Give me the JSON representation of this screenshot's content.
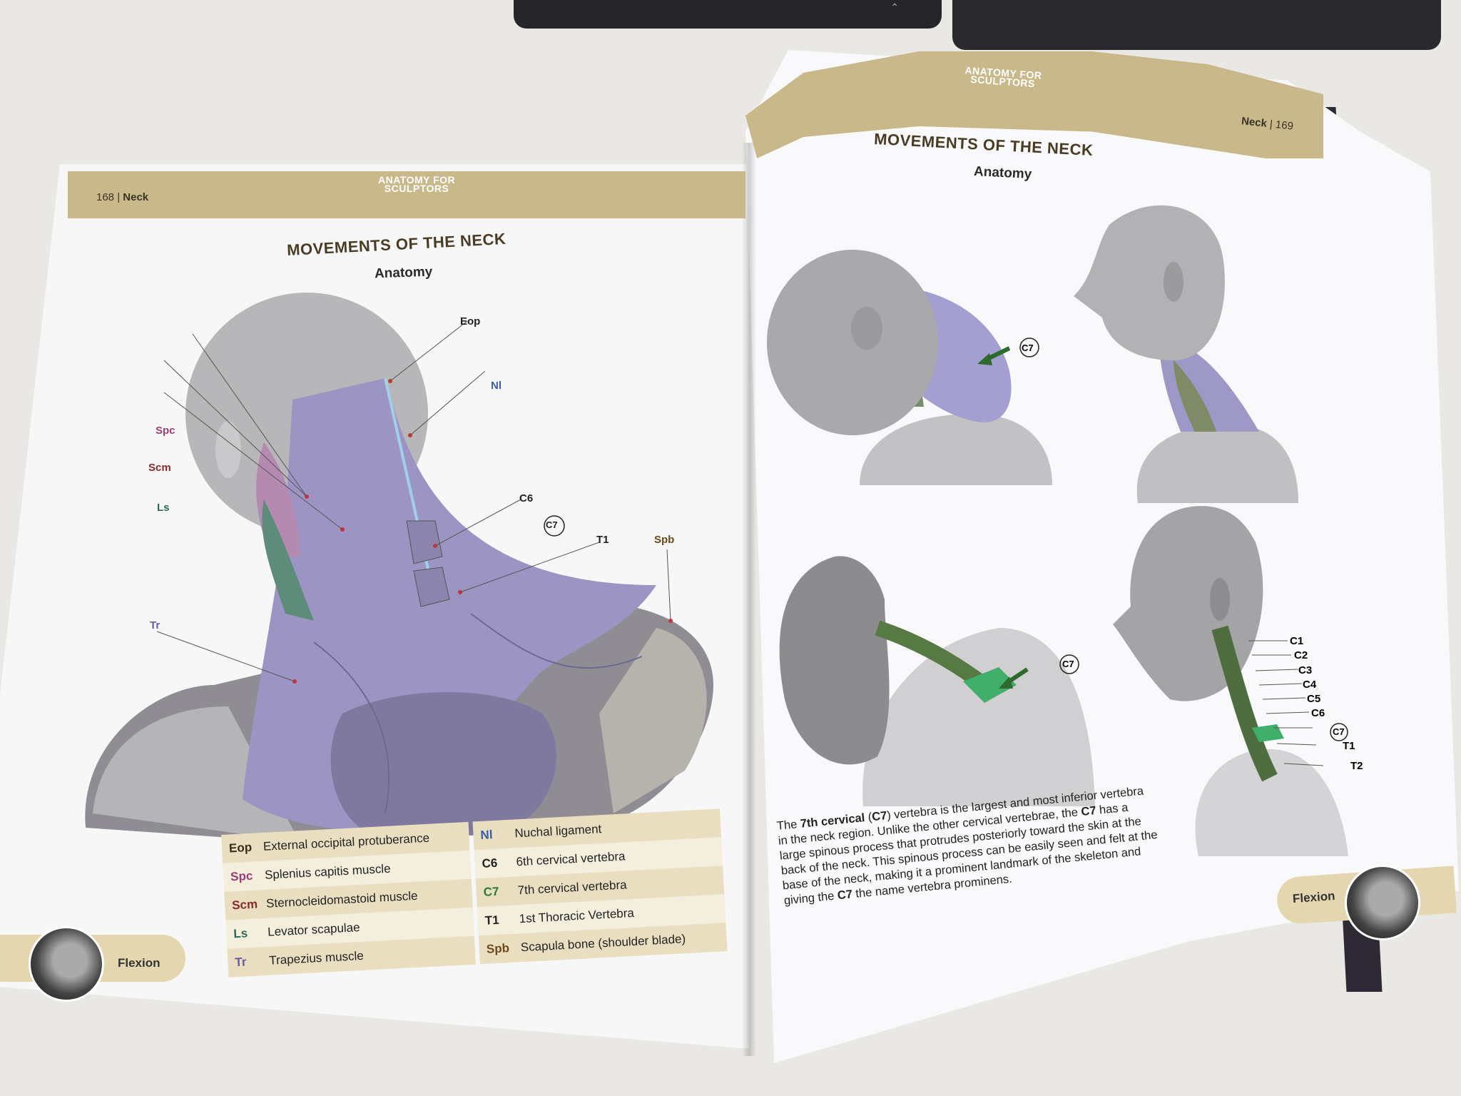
{
  "left_page": {
    "page_number": "168",
    "section": "Neck",
    "logo": [
      "ANATOMY FOR",
      "SCULPTORS"
    ],
    "title": "MOVEMENTS OF THE NECK",
    "subtitle": "Anatomy",
    "figure_labels": {
      "eop": "Eop",
      "nl": "Nl",
      "spc": "Spc",
      "scm": "Scm",
      "ls": "Ls",
      "c6": "C6",
      "c7": "C7",
      "t1": "T1",
      "spb": "Spb",
      "tr": "Tr"
    },
    "legend": {
      "left": [
        {
          "abbr": "Eop",
          "text": "External occipital protuberance",
          "color": "#3a2e1a"
        },
        {
          "abbr": "Spc",
          "text": "Splenius capitis muscle",
          "color": "#9c3d76"
        },
        {
          "abbr": "Scm",
          "text": "Sternocleidomastoid muscle",
          "color": "#8a2a2a"
        },
        {
          "abbr": "Ls",
          "text": "Levator scapulae",
          "color": "#2e6a55"
        },
        {
          "abbr": "Tr",
          "text": "Trapezius muscle",
          "color": "#6a5aa0"
        }
      ],
      "right": [
        {
          "abbr": "Nl",
          "text": "Nuchal ligament",
          "color": "#3b5ca8"
        },
        {
          "abbr": "C6",
          "text": "6th cervical vertebra",
          "color": "#222222"
        },
        {
          "abbr": "C7",
          "text": "7th cervical vertebra",
          "color": "#2e7a3a"
        },
        {
          "abbr": "T1",
          "text": "1st Thoracic Vertebra",
          "color": "#222222"
        },
        {
          "abbr": "Spb",
          "text": "Scapula bone (shoulder blade)",
          "color": "#6a4a1a"
        }
      ]
    },
    "tab": "Flexion"
  },
  "right_page": {
    "section": "Neck",
    "page_number": "169",
    "logo": [
      "ANATOMY FOR",
      "SCULPTORS"
    ],
    "title": "MOVEMENTS OF THE NECK",
    "subtitle": "Anatomy",
    "c7_tag": "C7",
    "vertebra_labels": [
      "C1",
      "C2",
      "C3",
      "C4",
      "C5",
      "C6",
      "C7",
      "T1",
      "T2"
    ],
    "paragraph": {
      "p1": "The ",
      "b1": "7th cervical",
      "p2": " (",
      "b2": "C7",
      "p3": ") vertebra is the largest and most inferior vertebra in the neck region. Unlike the other cervical vertebrae, the ",
      "b3": "C7",
      "p4": " has a large spinous process that protrudes posteriorly toward the skin at the back of the neck. This spinous process can be easily seen and felt at the base of the neck, making it a prominent landmark of the skeleton and giving the ",
      "b4": "C7",
      "p5": " the name vertebra prominens."
    },
    "tab": "Flexion"
  },
  "colors": {
    "band": "#c9b88a",
    "trapezius": "#9c95c4",
    "skin_gray": "#a7a6a8"
  }
}
